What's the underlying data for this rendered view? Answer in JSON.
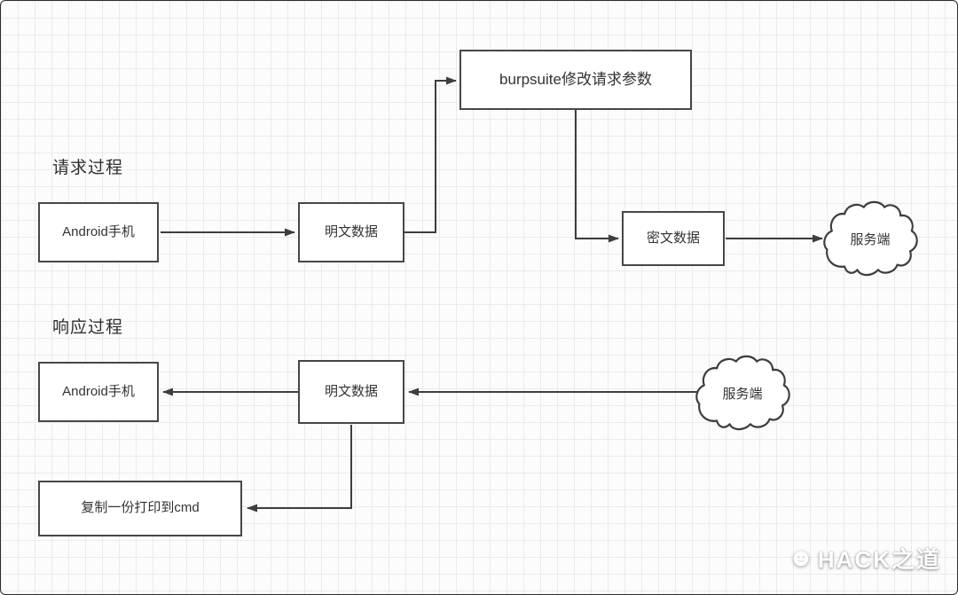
{
  "sections": {
    "request_label": "请求过程",
    "response_label": "响应过程"
  },
  "nodes": {
    "android_request": {
      "label": "Android手机"
    },
    "plaintext_request": {
      "label": "明文数据"
    },
    "burpsuite": {
      "label": "burpsuite修改请求参数"
    },
    "ciphertext": {
      "label": "密文数据"
    },
    "server_request": {
      "label": "服务端"
    },
    "android_response": {
      "label": "Android手机"
    },
    "plaintext_response": {
      "label": "明文数据"
    },
    "server_response": {
      "label": "服务端"
    },
    "copy_cmd": {
      "label": "复制一份打印到cmd"
    }
  },
  "watermark": {
    "text": "HACK之道",
    "icon": "wechat-logo"
  },
  "colors": {
    "stroke": "#3e3e3e",
    "grid": "#ebebeb",
    "node_border": "#474747",
    "text": "#333333"
  }
}
